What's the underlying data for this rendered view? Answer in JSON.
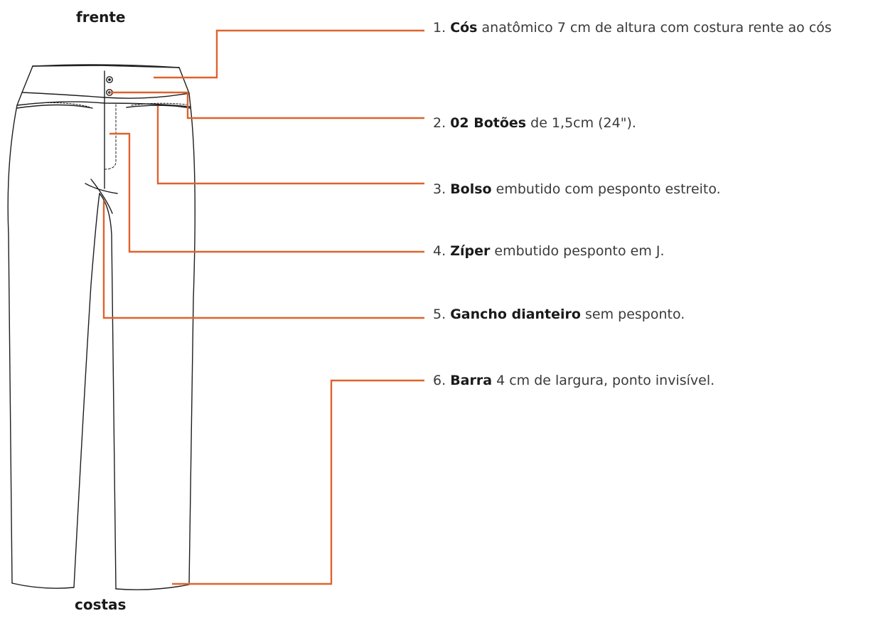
{
  "views": {
    "front": "frente",
    "back": "costas"
  },
  "accent_color": "#e0622e",
  "callouts": [
    {
      "num": "1.",
      "key": "Cós",
      "rest": " anatômico 7 cm de altura com costura rente ao cós"
    },
    {
      "num": "2.",
      "key": "02 Botões",
      "rest": " de 1,5cm (24\")."
    },
    {
      "num": "3.",
      "key": "Bolso",
      "rest": " embutido com pesponto estreito."
    },
    {
      "num": "4.",
      "key": "Zíper",
      "rest": " embutido pesponto em J."
    },
    {
      "num": "5.",
      "key": "Gancho dianteiro",
      "rest": " sem pesponto."
    },
    {
      "num": "6.",
      "key": "Barra",
      "rest": " 4 cm de largura, ponto invisível."
    }
  ]
}
